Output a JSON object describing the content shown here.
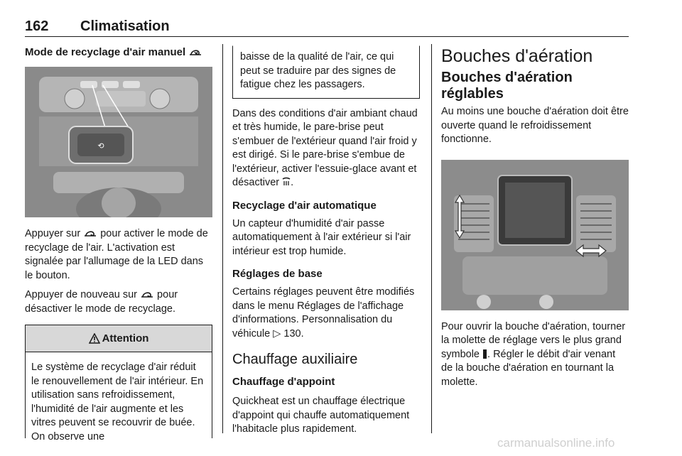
{
  "header": {
    "page_number": "162",
    "chapter": "Climatisation"
  },
  "col1": {
    "title": "Mode de recyclage d'air manuel",
    "para1": "Appuyer sur  pour activer le mode de recyclage de l'air. L'activation est signalée par l'allumage de la LED dans le bouton.",
    "para1_pre": "Appuyer sur ",
    "para1_post": " pour activer le mode de recyclage de l'air. L'activation est signalée par l'allumage de la LED dans le bouton.",
    "para2_pre": "Appuyer de nouveau sur ",
    "para2_post": " pour désactiver le mode de recyclage.",
    "attention_title": "Attention",
    "attention_text": "Le système de recyclage d'air réduit le renouvellement de l'air intérieur. En utilisation sans refroidissement, l'humidité de l'air augmente et les vitres peuvent se recouvrir de buée. On observe une"
  },
  "col2": {
    "box_continued": "baisse de la qualité de l'air, ce qui peut se traduire par des signes de fatigue chez les passagers.",
    "para1_pre": "Dans des conditions d'air ambiant chaud et très humide, le pare-brise peut s'embuer de l'extérieur quand l'air froid y est dirigé. Si le pare-brise s'embue de l'extérieur, activer l'essuie-glace avant et désactiver ",
    "para1_post": ".",
    "h_auto": "Recyclage d'air automatique",
    "para_auto": "Un capteur d'humidité d'air passe automatiquement à l'air extérieur si l'air intérieur est trop humide.",
    "h_base": "Réglages de base",
    "para_base_pre": "Certains réglages peuvent être modifiés dans le menu Réglages de l'affichage d'informations. Personnalisation du véhicule ",
    "para_base_ref": "130",
    "para_base_post": ".",
    "h_aux": "Chauffage auxiliaire",
    "h_appoint": "Chauffage d'appoint",
    "para_appoint": "Quickheat est un chauffage électrique d'appoint qui chauffe automatiquement l'habitacle plus rapidement."
  },
  "col3": {
    "title": "Bouches d'aération",
    "subtitle": "Bouches d'aération réglables",
    "para1": "Au moins une bouche d'aération doit être ouverte quand le refroidissement fonctionne.",
    "para2_pre": "Pour ouvrir la bouche d'aération, tourner la molette de réglage vers le plus grand symbole ",
    "para2_post": ". Régler le débit d'air venant de la bouche d'aération en tournant la molette."
  },
  "watermark": "carmanualsonline.info"
}
